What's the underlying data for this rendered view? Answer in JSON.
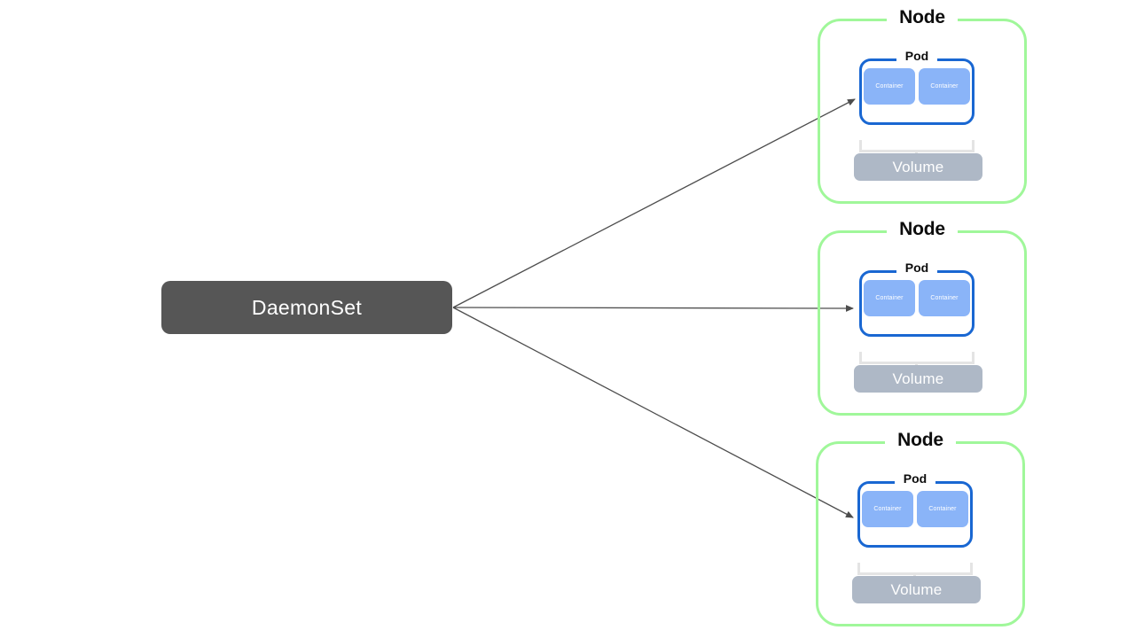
{
  "diagram": {
    "title": "DaemonSet",
    "source": {
      "label": "DaemonSet",
      "fill_color": "#565656",
      "text_color": "#ffffff"
    },
    "arrow_color": "#4d4d4d",
    "node_border_color": "#a0f79a",
    "pod_border_color": "#1967d2",
    "container_color": "#8ab4f8",
    "volume_color": "#aeb8c6",
    "nodes": [
      {
        "label": "Node",
        "pod": {
          "label": "Pod",
          "containers": [
            {
              "label": "Container"
            },
            {
              "label": "Container"
            }
          ]
        },
        "volume": {
          "label": "Volume"
        }
      },
      {
        "label": "Node",
        "pod": {
          "label": "Pod",
          "containers": [
            {
              "label": "Container"
            },
            {
              "label": "Container"
            }
          ]
        },
        "volume": {
          "label": "Volume"
        }
      },
      {
        "label": "Node",
        "pod": {
          "label": "Pod",
          "containers": [
            {
              "label": "Container"
            },
            {
              "label": "Container"
            }
          ]
        },
        "volume": {
          "label": "Volume"
        }
      }
    ]
  }
}
